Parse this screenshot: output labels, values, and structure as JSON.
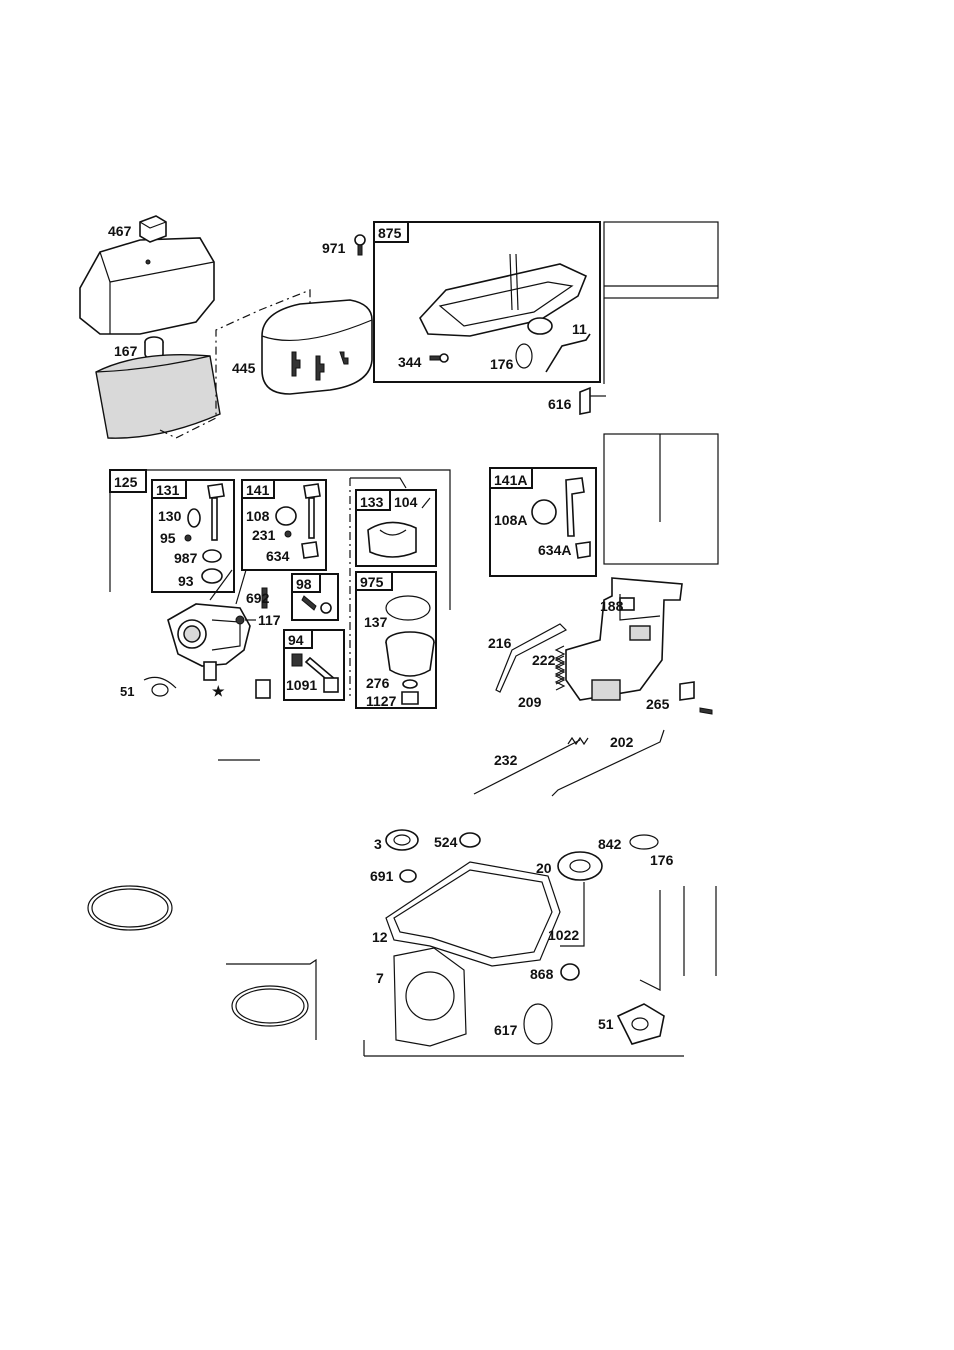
{
  "labels": {
    "l467": "467",
    "l167": "167",
    "l445": "445",
    "l971": "971",
    "l875": "875",
    "l11": "11",
    "l344": "344",
    "l176a": "176",
    "l616": "616",
    "l125": "125",
    "l131": "131",
    "l130": "130",
    "l95": "95",
    "l987": "987",
    "l93": "93",
    "l141": "141",
    "l108": "108",
    "l231": "231",
    "l634": "634",
    "l133": "133",
    "l104": "104",
    "l692": "692",
    "l117": "117",
    "l98": "98",
    "l975": "975",
    "l137": "137",
    "l94": "94",
    "l1091": "1091",
    "l276": "276",
    "l1127": "1127",
    "l51a": "51",
    "l141A": "141A",
    "l108A": "108A",
    "l634A": "634A",
    "l188": "188",
    "l216": "216",
    "l222": "222",
    "l209": "209",
    "l265": "265",
    "l232": "232",
    "l202": "202",
    "l3": "3",
    "l524": "524",
    "l842": "842",
    "l176b": "176",
    "l20": "20",
    "l691": "691",
    "l12": "12",
    "l1022": "1022",
    "l7": "7",
    "l868": "868",
    "l617": "617",
    "l51b": "51",
    "star": "★"
  }
}
